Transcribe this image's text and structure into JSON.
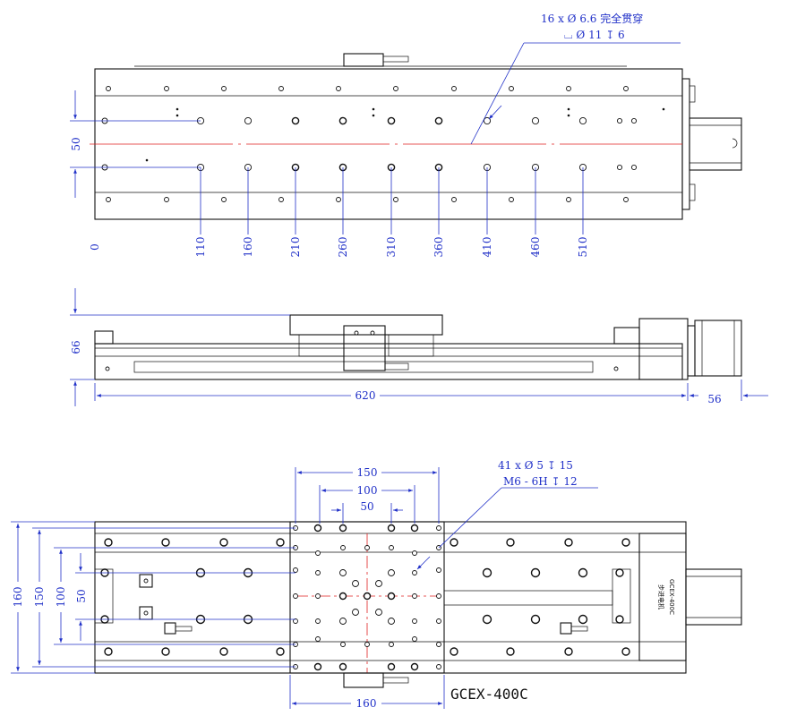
{
  "top_view": {
    "callout_line1": "16 x Ø 6.6 完全贯穿",
    "callout_line2": "⌴ Ø 11 ↧ 6",
    "dim_left": "50",
    "x_positions": [
      "0",
      "110",
      "160",
      "210",
      "260",
      "310",
      "360",
      "410",
      "460",
      "510"
    ]
  },
  "side_view": {
    "height": "66",
    "length": "620",
    "motor": "56"
  },
  "bottom_view": {
    "callout_line1": "41 x Ø 5 ↧ 15",
    "callout_line2": "M6 - 6H ↧ 12",
    "dim_150_top": "150",
    "dim_100_top": "100",
    "dim_50_top": "50",
    "dim_160_left": "160",
    "dim_150_left": "150",
    "dim_100_left": "100",
    "dim_50_left": "50",
    "dim_160_bottom": "160",
    "model": "GCEX-400C",
    "motor_label1": "GCEX-400C",
    "motor_label2": "步进电机"
  }
}
